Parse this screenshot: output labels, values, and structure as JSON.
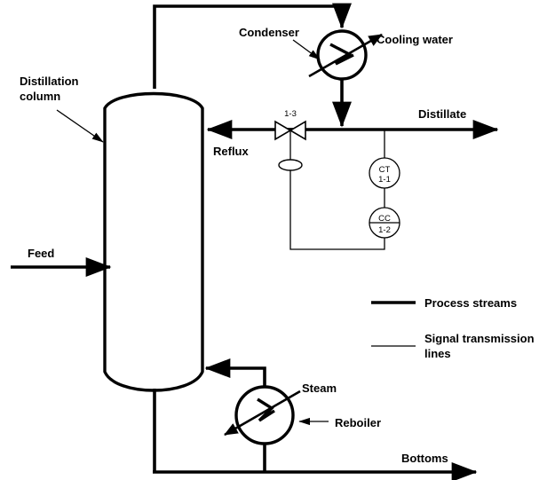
{
  "diagram": {
    "type": "process-flow-diagram",
    "subject": "Distillation column with composition control loop",
    "background_color": "#ffffff",
    "line_color": "#000000"
  },
  "equipment": {
    "column": {
      "label_line1": "Distillation",
      "label_line2": "column",
      "name": "distillation-column"
    },
    "condenser": {
      "label": "Condenser",
      "name": "condenser"
    },
    "reboiler": {
      "label": "Reboiler",
      "name": "reboiler"
    }
  },
  "streams": {
    "feed": {
      "label": "Feed"
    },
    "reflux": {
      "label": "Reflux"
    },
    "distillate": {
      "label": "Distillate"
    },
    "bottoms": {
      "label": "Bottoms"
    },
    "cooling_water": {
      "label": "Cooling water"
    },
    "steam": {
      "label": "Steam"
    }
  },
  "instruments": {
    "transmitter": {
      "function": "CT",
      "tag": "1-1",
      "name": "composition-transmitter"
    },
    "controller": {
      "function": "CC",
      "tag": "1-2",
      "name": "composition-controller"
    },
    "valve": {
      "tag": "1-3",
      "name": "reflux-control-valve"
    }
  },
  "legend": {
    "process_streams": {
      "label": "Process streams"
    },
    "signal_lines": {
      "label_line1": "Signal transmission",
      "label_line2": "lines"
    }
  }
}
